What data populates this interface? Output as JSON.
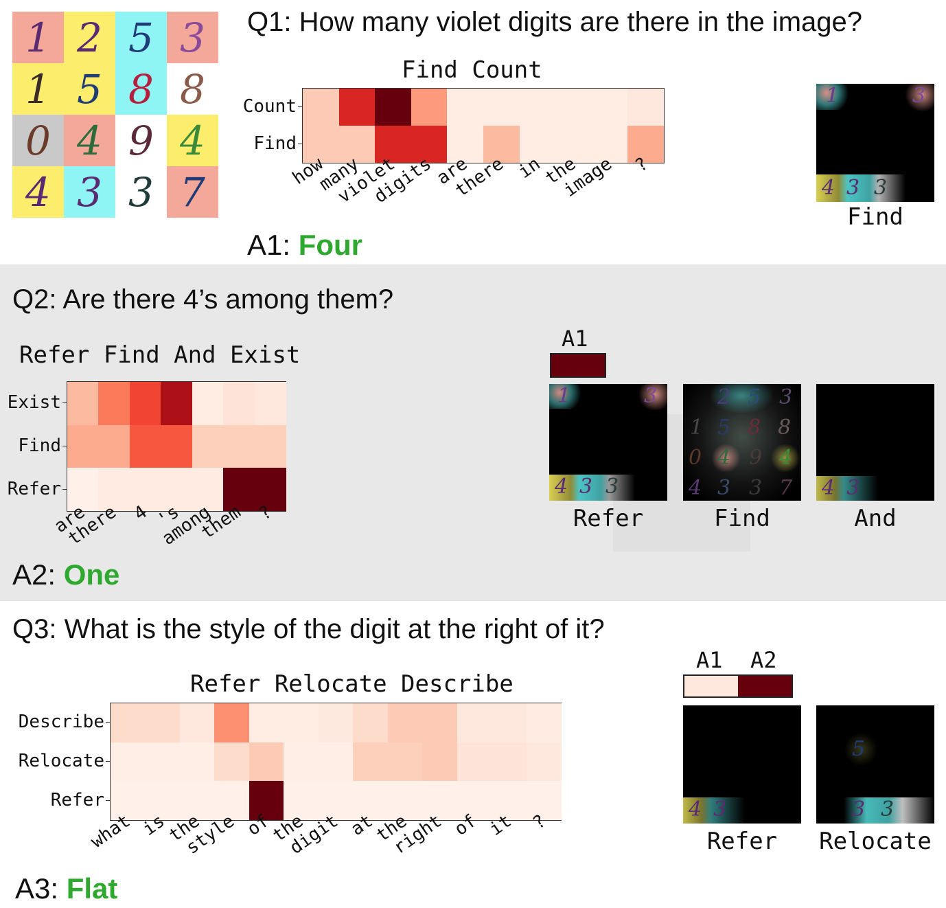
{
  "q1": {
    "question": "Q1: How many violet digits are there in the image?",
    "answer_prefix": "A1:",
    "answer": "Four",
    "layout_title": "Find Count",
    "row_labels": [
      "Count",
      "Find"
    ],
    "col_labels": [
      "how",
      "many",
      "violet",
      "digits",
      "are",
      "there",
      "in",
      "the",
      "image",
      "?"
    ],
    "heatmap": [
      [
        0.2,
        0.7,
        1.0,
        0.35,
        0.05,
        0.05,
        0.05,
        0.05,
        0.05,
        0.08
      ],
      [
        0.2,
        0.2,
        0.7,
        0.7,
        0.05,
        0.25,
        0.05,
        0.05,
        0.05,
        0.3
      ]
    ],
    "panels": [
      {
        "label": "Find"
      }
    ]
  },
  "mnist_grid": {
    "digits": [
      [
        "1",
        "2",
        "5",
        "3"
      ],
      [
        "1",
        "5",
        "8",
        "8"
      ],
      [
        "0",
        "4",
        "9",
        "4"
      ],
      [
        "4",
        "3",
        "3",
        "7"
      ]
    ],
    "backgrounds": [
      [
        "#f4a89a",
        "#fcee6c",
        "#8ff4f4",
        "#f4a89a"
      ],
      [
        "#fcee6c",
        "#fcee6c",
        "#8ff4f4",
        "#ffffff"
      ],
      [
        "#c9c9c9",
        "#f4a89a",
        "#ffffff",
        "#fcee6c"
      ],
      [
        "#fcee6c",
        "#8ff4f4",
        "#ffffff",
        "#f4a89a"
      ]
    ],
    "colors": [
      [
        "#5a2a73",
        "#5a2a73",
        "#1f3b78",
        "#8a4a9a"
      ],
      [
        "#3a2a2a",
        "#1f3b78",
        "#b51e3c",
        "#8a5a4a"
      ],
      [
        "#6a3a2a",
        "#2e6b3a",
        "#5a2a3a",
        "#3a8a3a"
      ],
      [
        "#5a2a73",
        "#5a2a73",
        "#1f3b3a",
        "#1f3b78"
      ]
    ]
  },
  "q2": {
    "question": "Q2: Are there 4’s among them?",
    "answer_prefix": "A2:",
    "answer": "One",
    "layout_title": "Refer Find And Exist",
    "row_labels": [
      "Exist",
      "Find",
      "Refer"
    ],
    "col_labels": [
      "are",
      "there",
      "4",
      "'s",
      "among",
      "them",
      "?"
    ],
    "heatmap": [
      [
        0.25,
        0.45,
        0.6,
        0.85,
        0.05,
        0.1,
        0.08
      ],
      [
        0.3,
        0.3,
        0.55,
        0.55,
        0.18,
        0.18,
        0.18
      ],
      [
        0.03,
        0.06,
        0.06,
        0.06,
        0.06,
        1.0,
        1.0
      ]
    ],
    "attention_labels": [
      "A1"
    ],
    "attention_values": [
      1.0
    ],
    "panels": [
      {
        "label": "Refer"
      },
      {
        "label": "Find"
      },
      {
        "label": "And"
      }
    ]
  },
  "q3": {
    "question": "Q3: What is the style of the digit at the right of it?",
    "answer_prefix": "A3:",
    "answer": "Flat",
    "layout_title": "Refer Relocate Describe",
    "row_labels": [
      "Describe",
      "Relocate",
      "Refer"
    ],
    "col_labels": [
      "what",
      "is",
      "the",
      "style",
      "of",
      "the",
      "digit",
      "at",
      "the",
      "right",
      "of",
      "it",
      "?"
    ],
    "heatmap": [
      [
        0.14,
        0.14,
        0.08,
        0.38,
        0.05,
        0.05,
        0.07,
        0.14,
        0.2,
        0.2,
        0.08,
        0.08,
        0.06
      ],
      [
        0.04,
        0.04,
        0.04,
        0.14,
        0.2,
        0.04,
        0.04,
        0.18,
        0.18,
        0.2,
        0.1,
        0.1,
        0.08
      ],
      [
        0.03,
        0.03,
        0.03,
        0.03,
        1.0,
        0.03,
        0.03,
        0.03,
        0.03,
        0.03,
        0.03,
        0.03,
        0.03
      ]
    ],
    "attention_labels": [
      "A1",
      "A2"
    ],
    "attention_values": [
      0.08,
      1.0
    ],
    "panels": [
      {
        "label": "Refer"
      },
      {
        "label": "Relocate"
      }
    ]
  }
}
